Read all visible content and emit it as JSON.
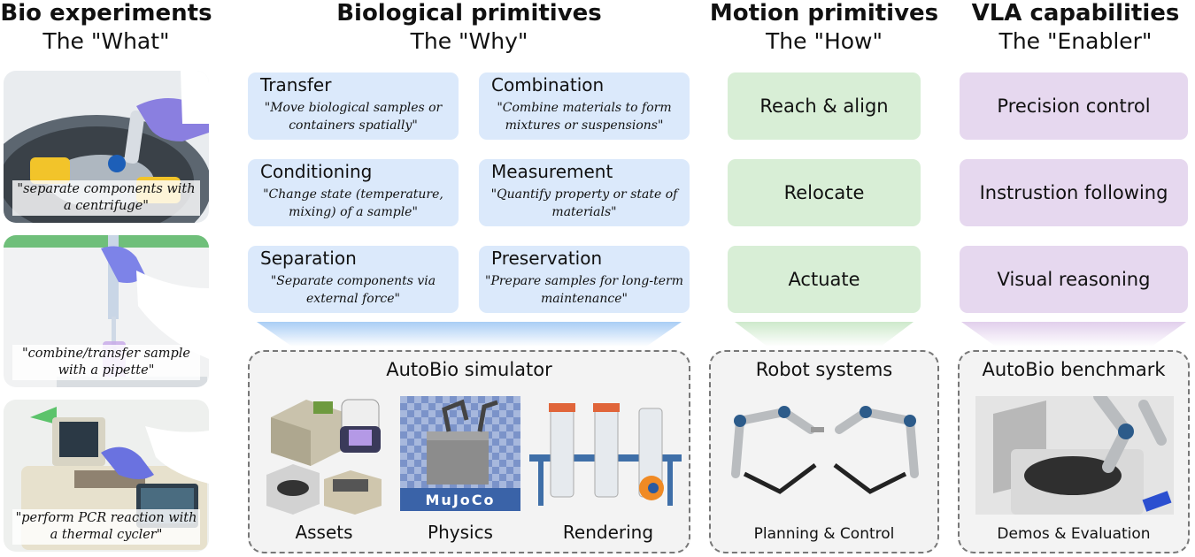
{
  "headers": [
    {
      "title": "Bio experiments",
      "subtitle": "The \"What\""
    },
    {
      "title": "Biological primitives",
      "subtitle": "The \"Why\""
    },
    {
      "title": "Motion primitives",
      "subtitle": "The \"How\""
    },
    {
      "title": "VLA capabilities",
      "subtitle": "The \"Enabler\""
    }
  ],
  "experiments": [
    {
      "caption": "\"separate components with a centrifuge\""
    },
    {
      "caption": "\"combine/transfer sample with a pipette\""
    },
    {
      "caption": "\"perform PCR reaction with a thermal cycler\""
    }
  ],
  "bio_primitives": [
    {
      "title": "Transfer",
      "desc": "\"Move biological samples or containers spatially\""
    },
    {
      "title": "Combination",
      "desc": "\"Combine materials to form mixtures or suspensions\""
    },
    {
      "title": "Conditioning",
      "desc": "\"Change state (temperature, mixing) of a sample\""
    },
    {
      "title": "Measurement",
      "desc": "\"Quantify property or state of materials\""
    },
    {
      "title": "Separation",
      "desc": "\"Separate components via external force\""
    },
    {
      "title": "Preservation",
      "desc": "\"Prepare samples for long-term maintenance\""
    }
  ],
  "motion_primitives": [
    "Reach & align",
    "Relocate",
    "Actuate"
  ],
  "vla_capabilities": [
    "Precision control",
    "Instrustion following",
    "Visual reasoning"
  ],
  "simulator": {
    "title": "AutoBio simulator",
    "parts": [
      "Assets",
      "Physics",
      "Rendering"
    ],
    "physics_logo": "MuJoCo"
  },
  "robot": {
    "title": "Robot systems",
    "footer": "Planning & Control"
  },
  "benchmark": {
    "title": "AutoBio benchmark",
    "footer": "Demos & Evaluation"
  },
  "colors": {
    "bio": "#dbe9fb",
    "motion": "#d8eed6",
    "vla": "#e6d8ef",
    "mujoco": "#3a63a8"
  }
}
